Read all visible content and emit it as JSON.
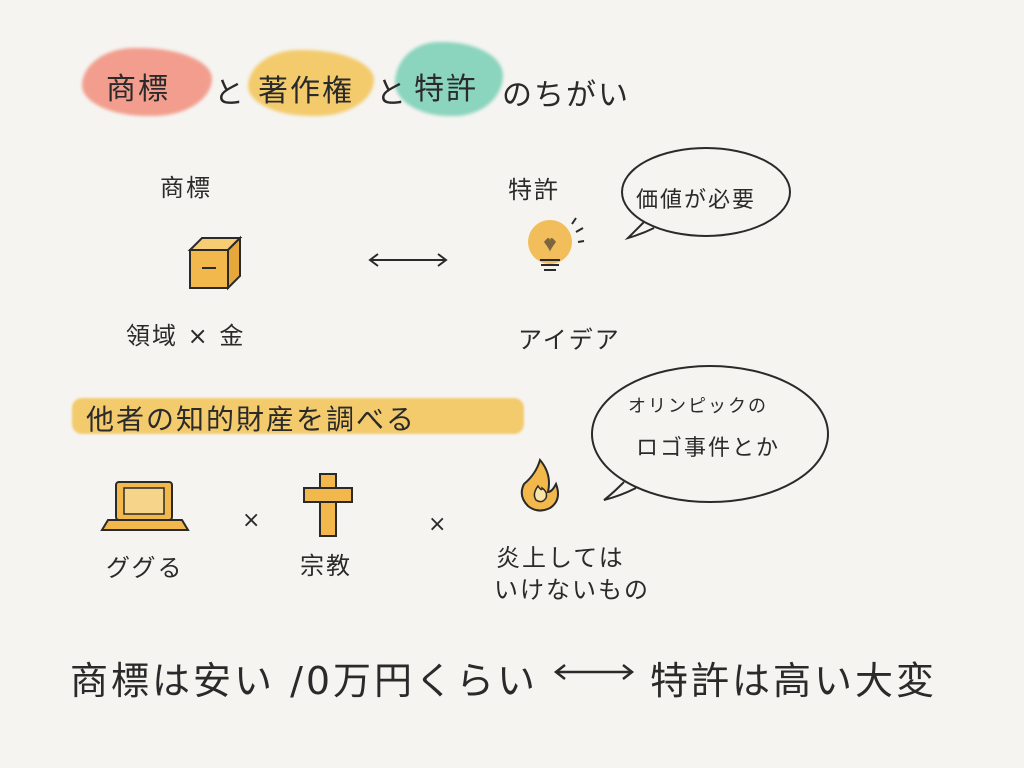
{
  "title": {
    "word1": "商標",
    "conj1": "と",
    "word2": "著作権",
    "conj2": "と",
    "word3": "特許",
    "suffix": "のちがい"
  },
  "left_section": {
    "heading": "商標",
    "caption": "領域 × 金"
  },
  "right_section": {
    "heading": "特許",
    "caption": "アイデア",
    "bubble": "価値が必要"
  },
  "banner": {
    "text": "他者の知的財産を調べる"
  },
  "bubble2": {
    "line1": "オリンピックの",
    "line2": "ロゴ事件とか"
  },
  "items": [
    {
      "label": "ググる"
    },
    {
      "label": "宗教"
    },
    {
      "label_line1": "炎上しては",
      "label_line2": "いけないもの"
    }
  ],
  "times": "×",
  "bottom": {
    "left": "商標は安い /0万円くらい",
    "right": "特許は高い大変"
  },
  "colors": {
    "red_highlight": "#f28f7c",
    "yellow_highlight": "#f3c456",
    "teal_highlight": "#79cfb5",
    "icon_yellow": "#f2b84b",
    "ink": "#2a2a2a"
  }
}
